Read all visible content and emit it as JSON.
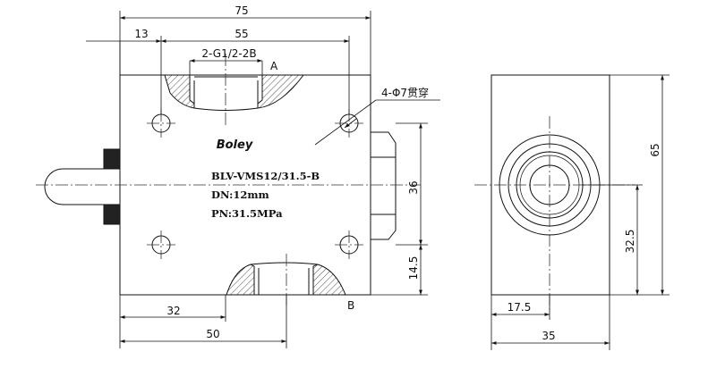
{
  "dimensions": {
    "overall_width": "75",
    "offset_left": "13",
    "hole_spacing_horizontal": "55",
    "port_spec": "2-G1/2-2B",
    "port_a": "A",
    "port_b": "B",
    "through_holes": "4-Φ7贯穿",
    "hole_spacing_vertical": "36",
    "bottom_offset": "14.5",
    "dim_32": "32",
    "dim_50": "50",
    "side_height": "65",
    "side_center_height": "32.5",
    "side_center_offset": "17.5",
    "side_width": "35"
  },
  "nameplate": {
    "brand": "Boley",
    "model": "BLV-VMS12/31.5-B",
    "dn": "DN:12mm",
    "pn": "PN:31.5MPa"
  }
}
